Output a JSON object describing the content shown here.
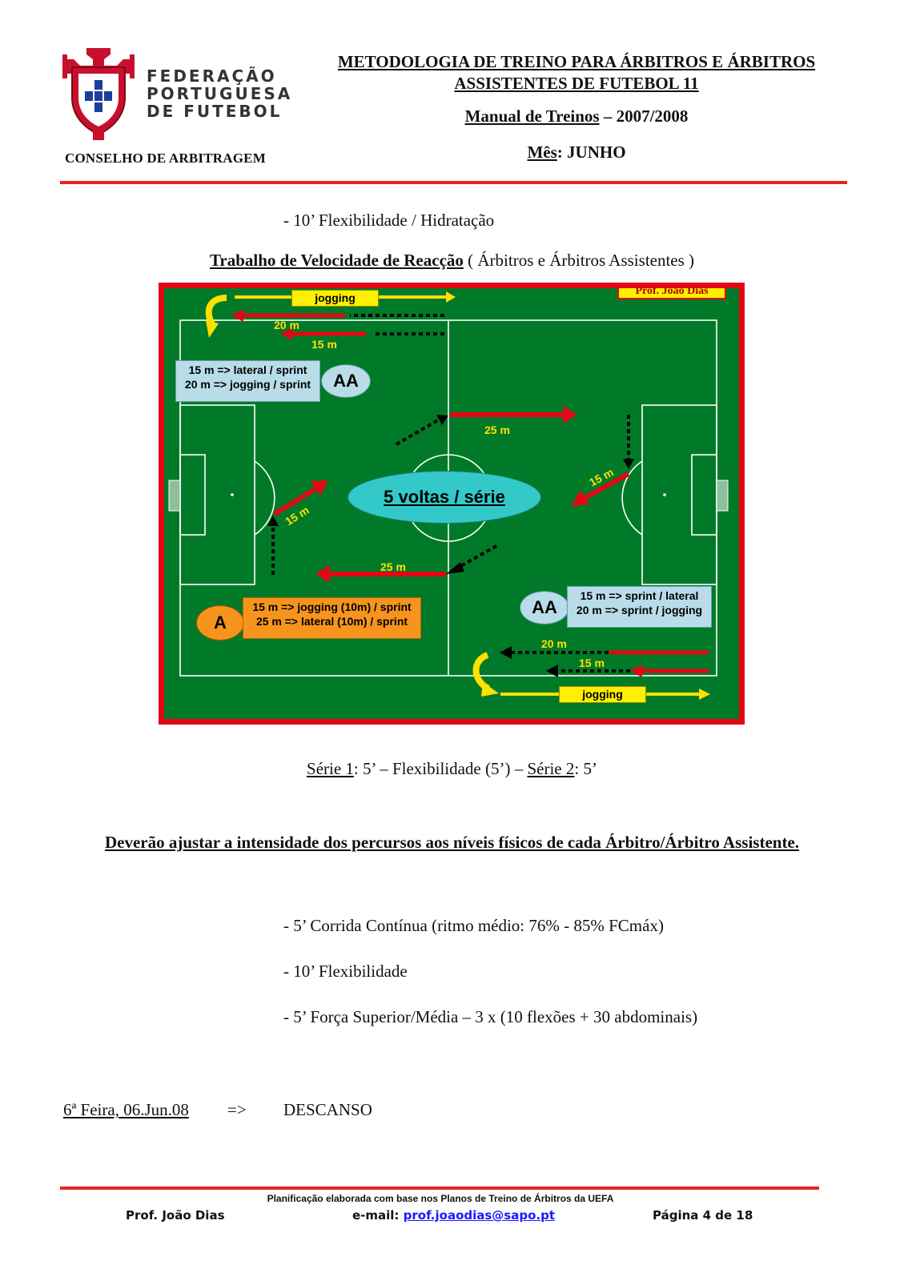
{
  "header": {
    "federation_lines": [
      "FEDERAÇÃO",
      "PORTUGUESA",
      "DE FUTEBOL"
    ],
    "council": "CONSELHO DE ARBITRAGEM",
    "title_line1": "METODOLOGIA DE TREINO PARA ÁRBITROS E ÁRBITROS",
    "title_line2": "ASSISTENTES DE FUTEBOL 11",
    "manual_label": "Manual de Treinos",
    "manual_year": " – 2007/2008",
    "month_label": "Mês",
    "month_value": ": JUNHO"
  },
  "intro_item": "- 10’ Flexibilidade / Hidratação",
  "drill": {
    "title_underlined": "Trabalho de Velocidade de Reacção",
    "title_rest": " ( Árbitros e Árbitros Assistentes )"
  },
  "field": {
    "author_tag": "Prof.  João Dias",
    "jogging_top": "jogging",
    "jogging_bottom": "jogging",
    "dist_20_top": "20 m",
    "dist_15_top": "15 m",
    "dist_25_top": "25 m",
    "dist_15_right": "15 m",
    "dist_15_left": "15 m",
    "dist_25_bottom": "25 m",
    "dist_20_bottom": "20 m",
    "dist_15_bottom": "15 m",
    "aa_top_line1": "15 m => lateral / sprint",
    "aa_top_line2": "20 m => jogging / sprint",
    "aa_top_badge": "AA",
    "center_label": "5 voltas / série",
    "a_badge": "A",
    "a_line1": "15 m => jogging (10m) / sprint",
    "a_line2": "25 m => lateral (10m) / sprint",
    "aa_bottom_badge": "AA",
    "aa_bottom_line1": "15 m => sprint / lateral",
    "aa_bottom_line2": "20 m => sprint / jogging",
    "colors": {
      "grass": "#007a28",
      "frame": "#e30613",
      "arrow_red": "#e30613",
      "arrow_yellow": "#ffe000"
    }
  },
  "series": {
    "s1_label": "Série 1",
    "s1_rest": ": 5’  – Flexibilidade (5’) – ",
    "s2_label": "Série 2",
    "s2_rest": ": 5’"
  },
  "warning": "Deverão ajustar a intensidade dos percursos aos níveis físicos de cada Árbitro/Árbitro Assistente.",
  "items": [
    "- 5’ Corrida Contínua (ritmo médio: 76% - 85% FCmáx)",
    "- 10’ Flexibilidade",
    "- 5’ Força Superior/Média – 3 x (10 flexões + 30 abdominais)"
  ],
  "schedule": {
    "day": "6ª Feira, 06.Jun.08",
    "arrow": "=>",
    "activity": "DESCANSO"
  },
  "footer": {
    "note": "Planificação elaborada com base nos Planos de Treino de Árbitros da UEFA",
    "author": "Prof. João Dias",
    "email_label": "e-mail: ",
    "email": "prof.joaodias@sapo.pt",
    "page": "Página 4 de 18"
  }
}
